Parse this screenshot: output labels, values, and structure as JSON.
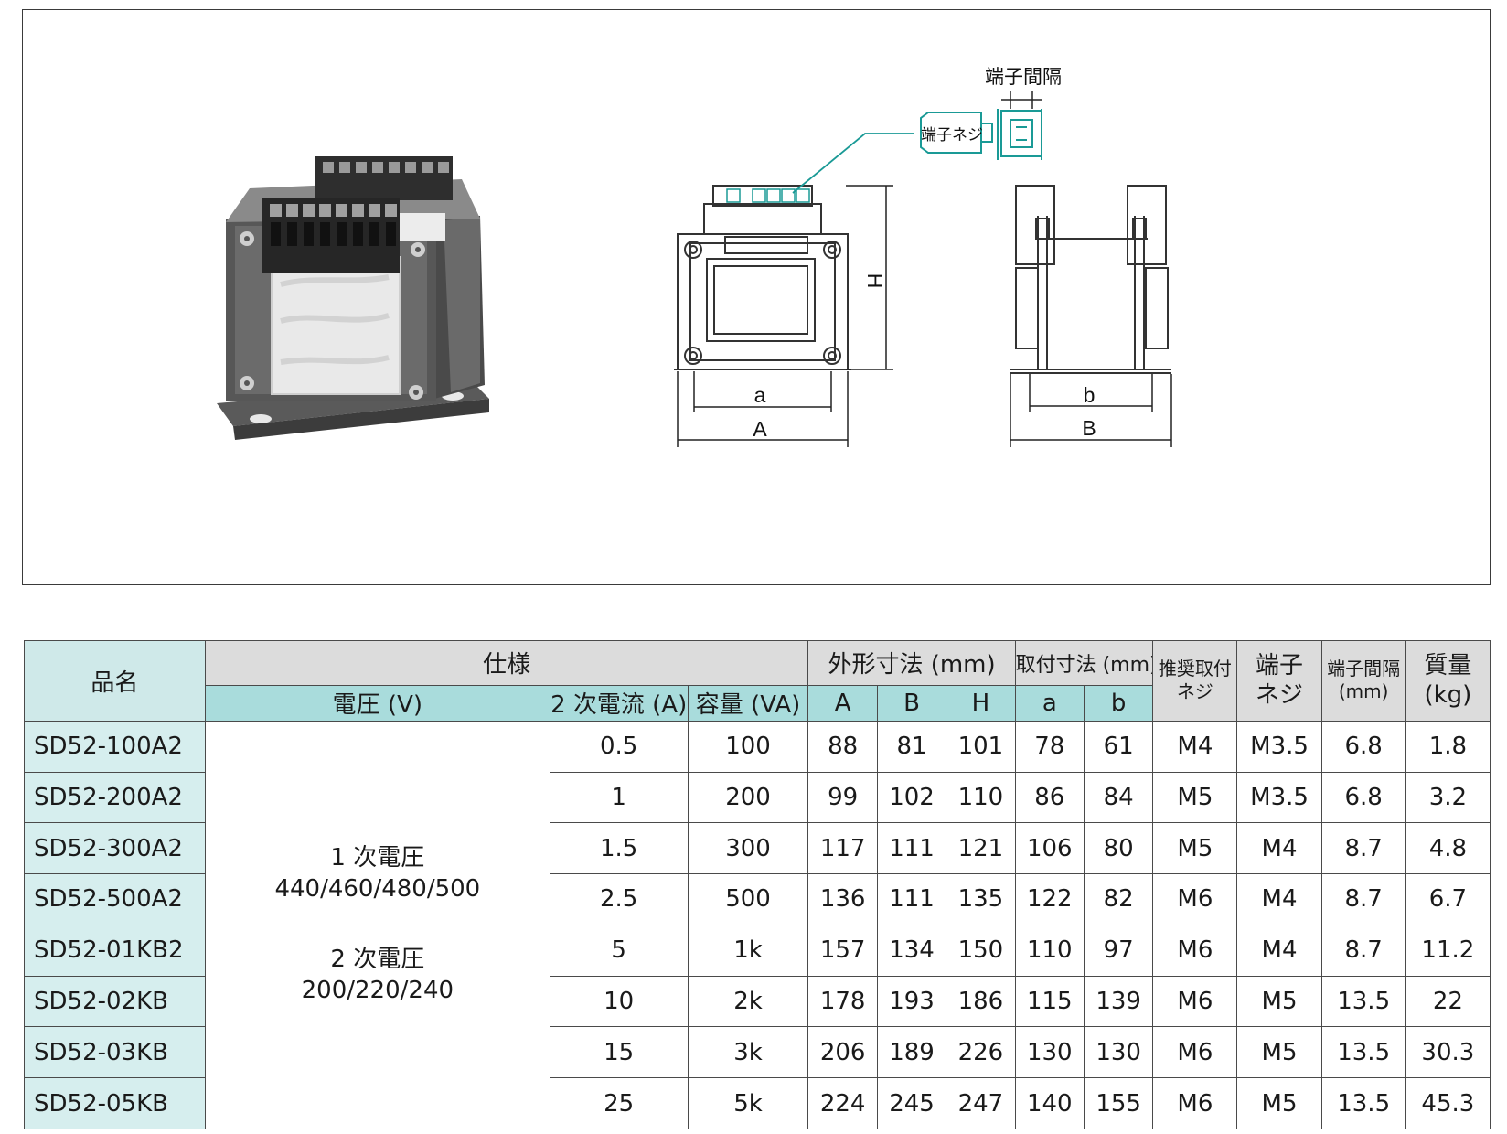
{
  "diagram": {
    "label_terminal_pitch": "端子間隔",
    "label_terminal_screw": "端子ネジ",
    "dim_a": "a",
    "dim_A": "A",
    "dim_H": "H",
    "dim_b": "b",
    "dim_B": "B"
  },
  "table": {
    "headers": {
      "name": "品名",
      "spec": "仕様",
      "voltage": "電圧 (V)",
      "current": "2 次電流 (A)",
      "capacity": "容量 (VA)",
      "outer": "外形寸法 (mm)",
      "A": "A",
      "B": "B",
      "H": "H",
      "mount": "取付寸法 (mm)",
      "a": "a",
      "b": "b",
      "screw_l1": "推奨取付",
      "screw_l2": "ネジ",
      "term_l1": "端子",
      "term_l2": "ネジ",
      "pitch_l1": "端子間隔",
      "pitch_l2": "(mm)",
      "mass_l1": "質量",
      "mass_l2": "(kg)"
    },
    "voltage": {
      "primary_label": "1 次電圧",
      "primary_values": "440/460/480/500",
      "secondary_label": "2 次電圧",
      "secondary_values": "200/220/240"
    },
    "rows": [
      {
        "name": "SD52-100A2",
        "current": "0.5",
        "capacity": "100",
        "A": "88",
        "B": "81",
        "H": "101",
        "a": "78",
        "b": "61",
        "screw": "M4",
        "terminal": "M3.5",
        "pitch": "6.8",
        "mass": "1.8"
      },
      {
        "name": "SD52-200A2",
        "current": "1",
        "capacity": "200",
        "A": "99",
        "B": "102",
        "H": "110",
        "a": "86",
        "b": "84",
        "screw": "M5",
        "terminal": "M3.5",
        "pitch": "6.8",
        "mass": "3.2"
      },
      {
        "name": "SD52-300A2",
        "current": "1.5",
        "capacity": "300",
        "A": "117",
        "B": "111",
        "H": "121",
        "a": "106",
        "b": "80",
        "screw": "M5",
        "terminal": "M4",
        "pitch": "8.7",
        "mass": "4.8"
      },
      {
        "name": "SD52-500A2",
        "current": "2.5",
        "capacity": "500",
        "A": "136",
        "B": "111",
        "H": "135",
        "a": "122",
        "b": "82",
        "screw": "M6",
        "terminal": "M4",
        "pitch": "8.7",
        "mass": "6.7"
      },
      {
        "name": "SD52-01KB2",
        "current": "5",
        "capacity": "1k",
        "A": "157",
        "B": "134",
        "H": "150",
        "a": "110",
        "b": "97",
        "screw": "M6",
        "terminal": "M4",
        "pitch": "8.7",
        "mass": "11.2"
      },
      {
        "name": "SD52-02KB",
        "current": "10",
        "capacity": "2k",
        "A": "178",
        "B": "193",
        "H": "186",
        "a": "115",
        "b": "139",
        "screw": "M6",
        "terminal": "M5",
        "pitch": "13.5",
        "mass": "22"
      },
      {
        "name": "SD52-03KB",
        "current": "15",
        "capacity": "3k",
        "A": "206",
        "B": "189",
        "H": "226",
        "a": "130",
        "b": "130",
        "screw": "M6",
        "terminal": "M5",
        "pitch": "13.5",
        "mass": "30.3"
      },
      {
        "name": "SD52-05KB",
        "current": "25",
        "capacity": "5k",
        "A": "224",
        "B": "245",
        "H": "247",
        "a": "140",
        "b": "155",
        "screw": "M6",
        "terminal": "M5",
        "pitch": "13.5",
        "mass": "45.3"
      }
    ]
  }
}
